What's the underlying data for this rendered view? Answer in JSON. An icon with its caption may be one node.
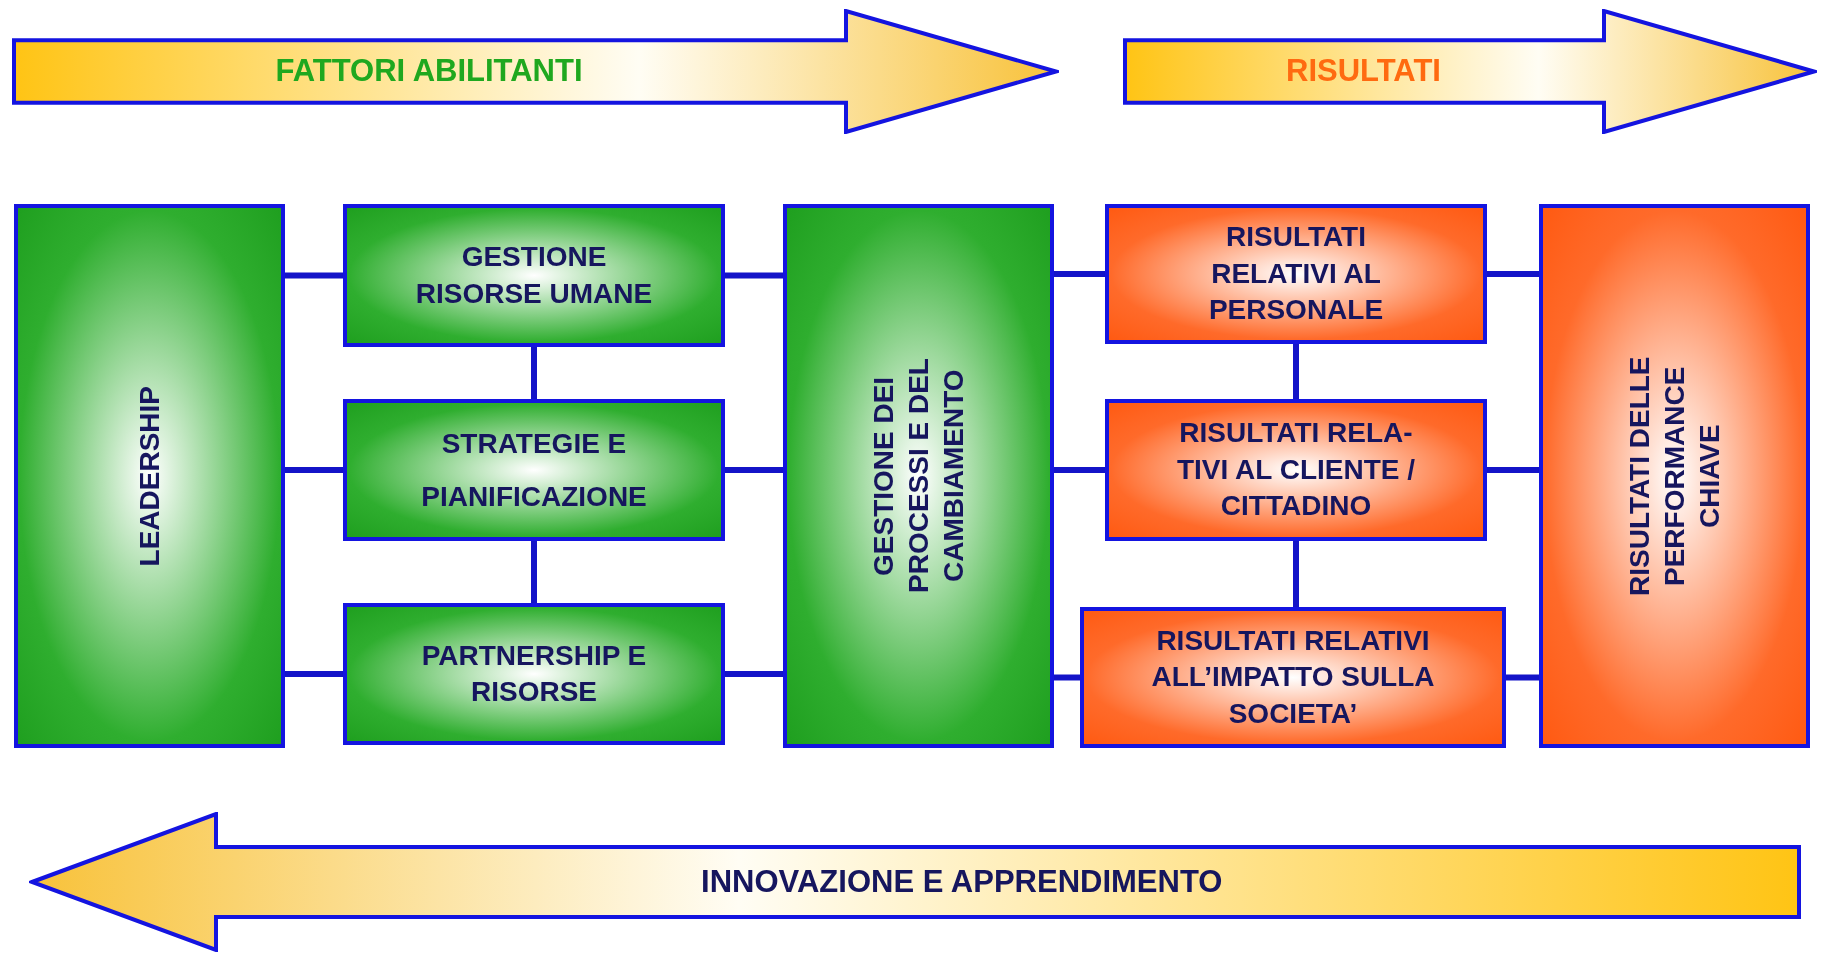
{
  "diagram": {
    "nodes": [
      {
        "text": [
          "FATTORI ABILITANTI"
        ]
      },
      {
        "text": [
          "RISULTATI"
        ]
      },
      {
        "text": [
          "LEADERSHIP"
        ]
      },
      {
        "text": [
          "GESTIONE RISORSE UMANE"
        ]
      },
      {
        "text": [
          "STRATEGIE E PIANIFICAZIONE"
        ]
      },
      {
        "text": [
          "PARTNERSHIP E RISORSE"
        ]
      },
      {
        "text": [
          "GESTIONE DEI PROCESSI E DEL CAMBIAMENTO"
        ]
      },
      {
        "text": [
          "RISULTATI RELATIVI AL PERSONALE"
        ]
      },
      {
        "text": [
          "RISULTATI RELA- TIVI AL CLIENTE / CITTADINO"
        ]
      },
      {
        "text": [
          "RISULTATI RELATIVI ALL’IMPATTO SULLA SOCIETA’"
        ]
      },
      {
        "text": [
          "RISULTATI DELLE PERFORMANCE CHIAVE"
        ]
      },
      {
        "text": [
          "INNOVAZIONE E APPRENDIMENTO"
        ]
      }
    ],
    "edges": [
      {
        "from": 2,
        "to": 3,
        "arrow": "none"
      },
      {
        "from": 2,
        "to": 4,
        "arrow": "none"
      },
      {
        "from": 2,
        "to": 5,
        "arrow": "none"
      },
      {
        "from": 3,
        "to": 4,
        "arrow": "none"
      },
      {
        "from": 4,
        "to": 5,
        "arrow": "none"
      },
      {
        "from": 3,
        "to": 6,
        "arrow": "none"
      },
      {
        "from": 4,
        "to": 6,
        "arrow": "none"
      },
      {
        "from": 5,
        "to": 6,
        "arrow": "none"
      },
      {
        "from": 6,
        "to": 7,
        "arrow": "none"
      },
      {
        "from": 6,
        "to": 8,
        "arrow": "none"
      },
      {
        "from": 6,
        "to": 9,
        "arrow": "none"
      },
      {
        "from": 7,
        "to": 8,
        "arrow": "none"
      },
      {
        "from": 8,
        "to": 9,
        "arrow": "none"
      },
      {
        "from": 7,
        "to": 10,
        "arrow": "none"
      },
      {
        "from": 8,
        "to": 10,
        "arrow": "none"
      },
      {
        "from": 9,
        "to": 10,
        "arrow": "none"
      }
    ]
  }
}
